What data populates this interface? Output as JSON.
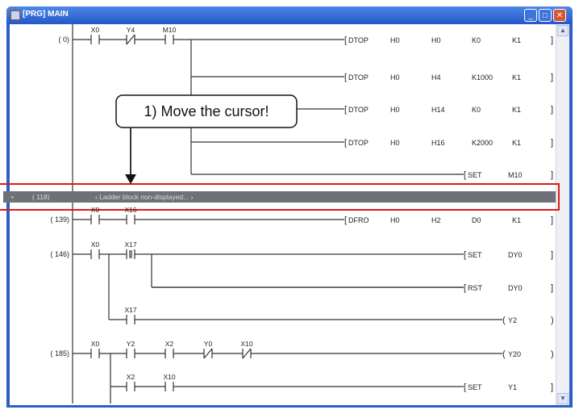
{
  "window": {
    "title": "[PRG] MAIN",
    "min": "_",
    "max": "□",
    "close": "✕"
  },
  "callout": {
    "text": "1) Move the cursor!"
  },
  "hidden_block": {
    "marker": "•",
    "step": "( 118)",
    "text": "‹ Ladder block non-displayed... ›"
  },
  "rungs": [
    {
      "step": "( 0)",
      "contacts": [
        {
          "label": "X0",
          "type": "NO"
        },
        {
          "label": "Y4",
          "type": "NC"
        },
        {
          "label": "M10",
          "type": "NO"
        }
      ],
      "outputs": [
        [
          "DTOP",
          "H0",
          "H0",
          "K0",
          "K1"
        ],
        [
          "DTOP",
          "H0",
          "H4",
          "K1000",
          "K1"
        ],
        [
          "DTOP",
          "H0",
          "H14",
          "K0",
          "K1"
        ],
        [
          "DTOP",
          "H0",
          "H16",
          "K2000",
          "K1"
        ],
        [
          "SET",
          "M10"
        ]
      ]
    },
    {
      "step": "( 139)",
      "contacts": [
        {
          "label": "X0",
          "type": "NO"
        },
        {
          "label": "X16",
          "type": "NO"
        }
      ],
      "outputs": [
        [
          "DFRO",
          "H0",
          "H2",
          "D0",
          "K1"
        ]
      ]
    },
    {
      "step": "( 146)",
      "contacts": [
        {
          "label": "X0",
          "type": "NO"
        },
        {
          "label": "X17",
          "type": "PULSE"
        }
      ],
      "outputs": [
        [
          "SET",
          "DY0"
        ],
        [
          "RST",
          "DY0"
        ]
      ],
      "branch": {
        "contacts": [
          {
            "label": "X17",
            "type": "NO"
          }
        ],
        "coil": "Y2"
      }
    },
    {
      "step": "( 185)",
      "contacts": [
        {
          "label": "X0",
          "type": "NO"
        },
        {
          "label": "Y2",
          "type": "NO"
        },
        {
          "label": "X2",
          "type": "NO"
        },
        {
          "label": "Y0",
          "type": "NC"
        },
        {
          "label": "X10",
          "type": "NC"
        }
      ],
      "coil": "Y20",
      "branch": {
        "contacts": [
          {
            "label": "X2",
            "type": "NO"
          },
          {
            "label": "X10",
            "type": "NO"
          }
        ],
        "output": [
          "SET",
          "Y1"
        ]
      }
    }
  ],
  "colors": {
    "highlight": "#e01818",
    "band": "#6e7177",
    "titlebar": "#2a5fc8"
  }
}
